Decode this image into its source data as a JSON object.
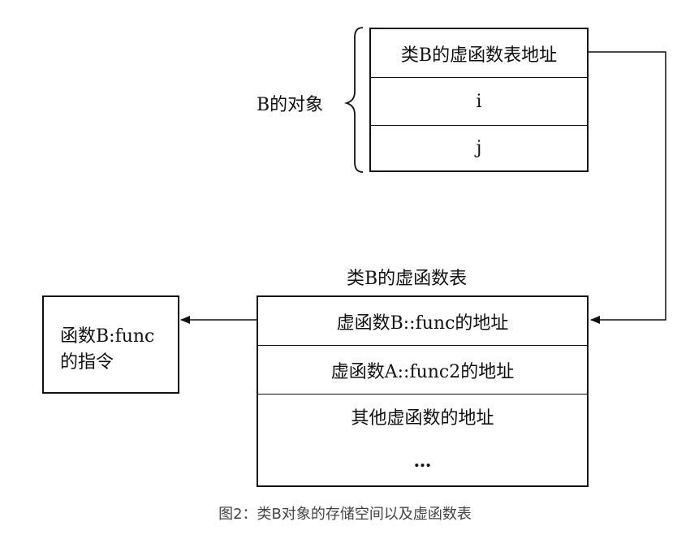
{
  "object_label": "B的对象",
  "object_rows": [
    "类B的虚函数表地址",
    "i",
    "j"
  ],
  "vtable_title": "类B的虚函数表",
  "vtable_rows": [
    "虚函数B::func的地址",
    "虚函数A::func2的地址",
    "其他虚函数的地址",
    "…"
  ],
  "func_box": {
    "line1": "函数B:func",
    "line2": "的指令"
  },
  "caption": "图2：类B对象的存储空间以及虚函数表"
}
